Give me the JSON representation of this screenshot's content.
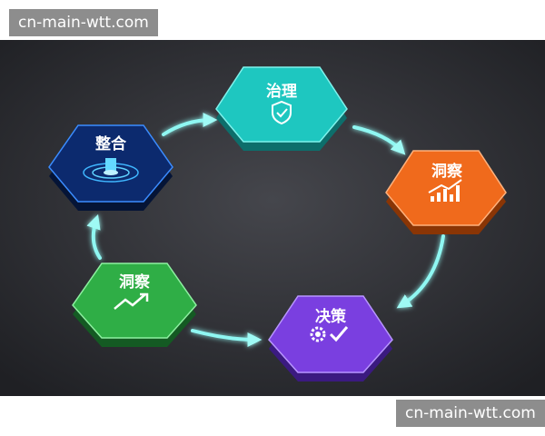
{
  "watermark_top": "cn-main-wtt.com",
  "watermark_bottom": "cn-main-wtt.com",
  "nodes": [
    {
      "key": "governance",
      "label": "治理",
      "icon": "shield-check-icon",
      "color": "#1ec7c0"
    },
    {
      "key": "insight_orange",
      "label": "洞察",
      "icon": "bar-chart-icon",
      "color": "#f06a1c"
    },
    {
      "key": "decision",
      "label": "决策",
      "icon": "gear-check-icon",
      "color": "#7a3fe0"
    },
    {
      "key": "insight_green",
      "label": "洞察",
      "icon": "trend-up-icon",
      "color": "#2fae46"
    },
    {
      "key": "integration",
      "label": "整合",
      "icon": "data-core-icon",
      "color": "#0c2a6e"
    }
  ],
  "arrow_color": "#7ff5f0",
  "background_color": "#2e2f34"
}
